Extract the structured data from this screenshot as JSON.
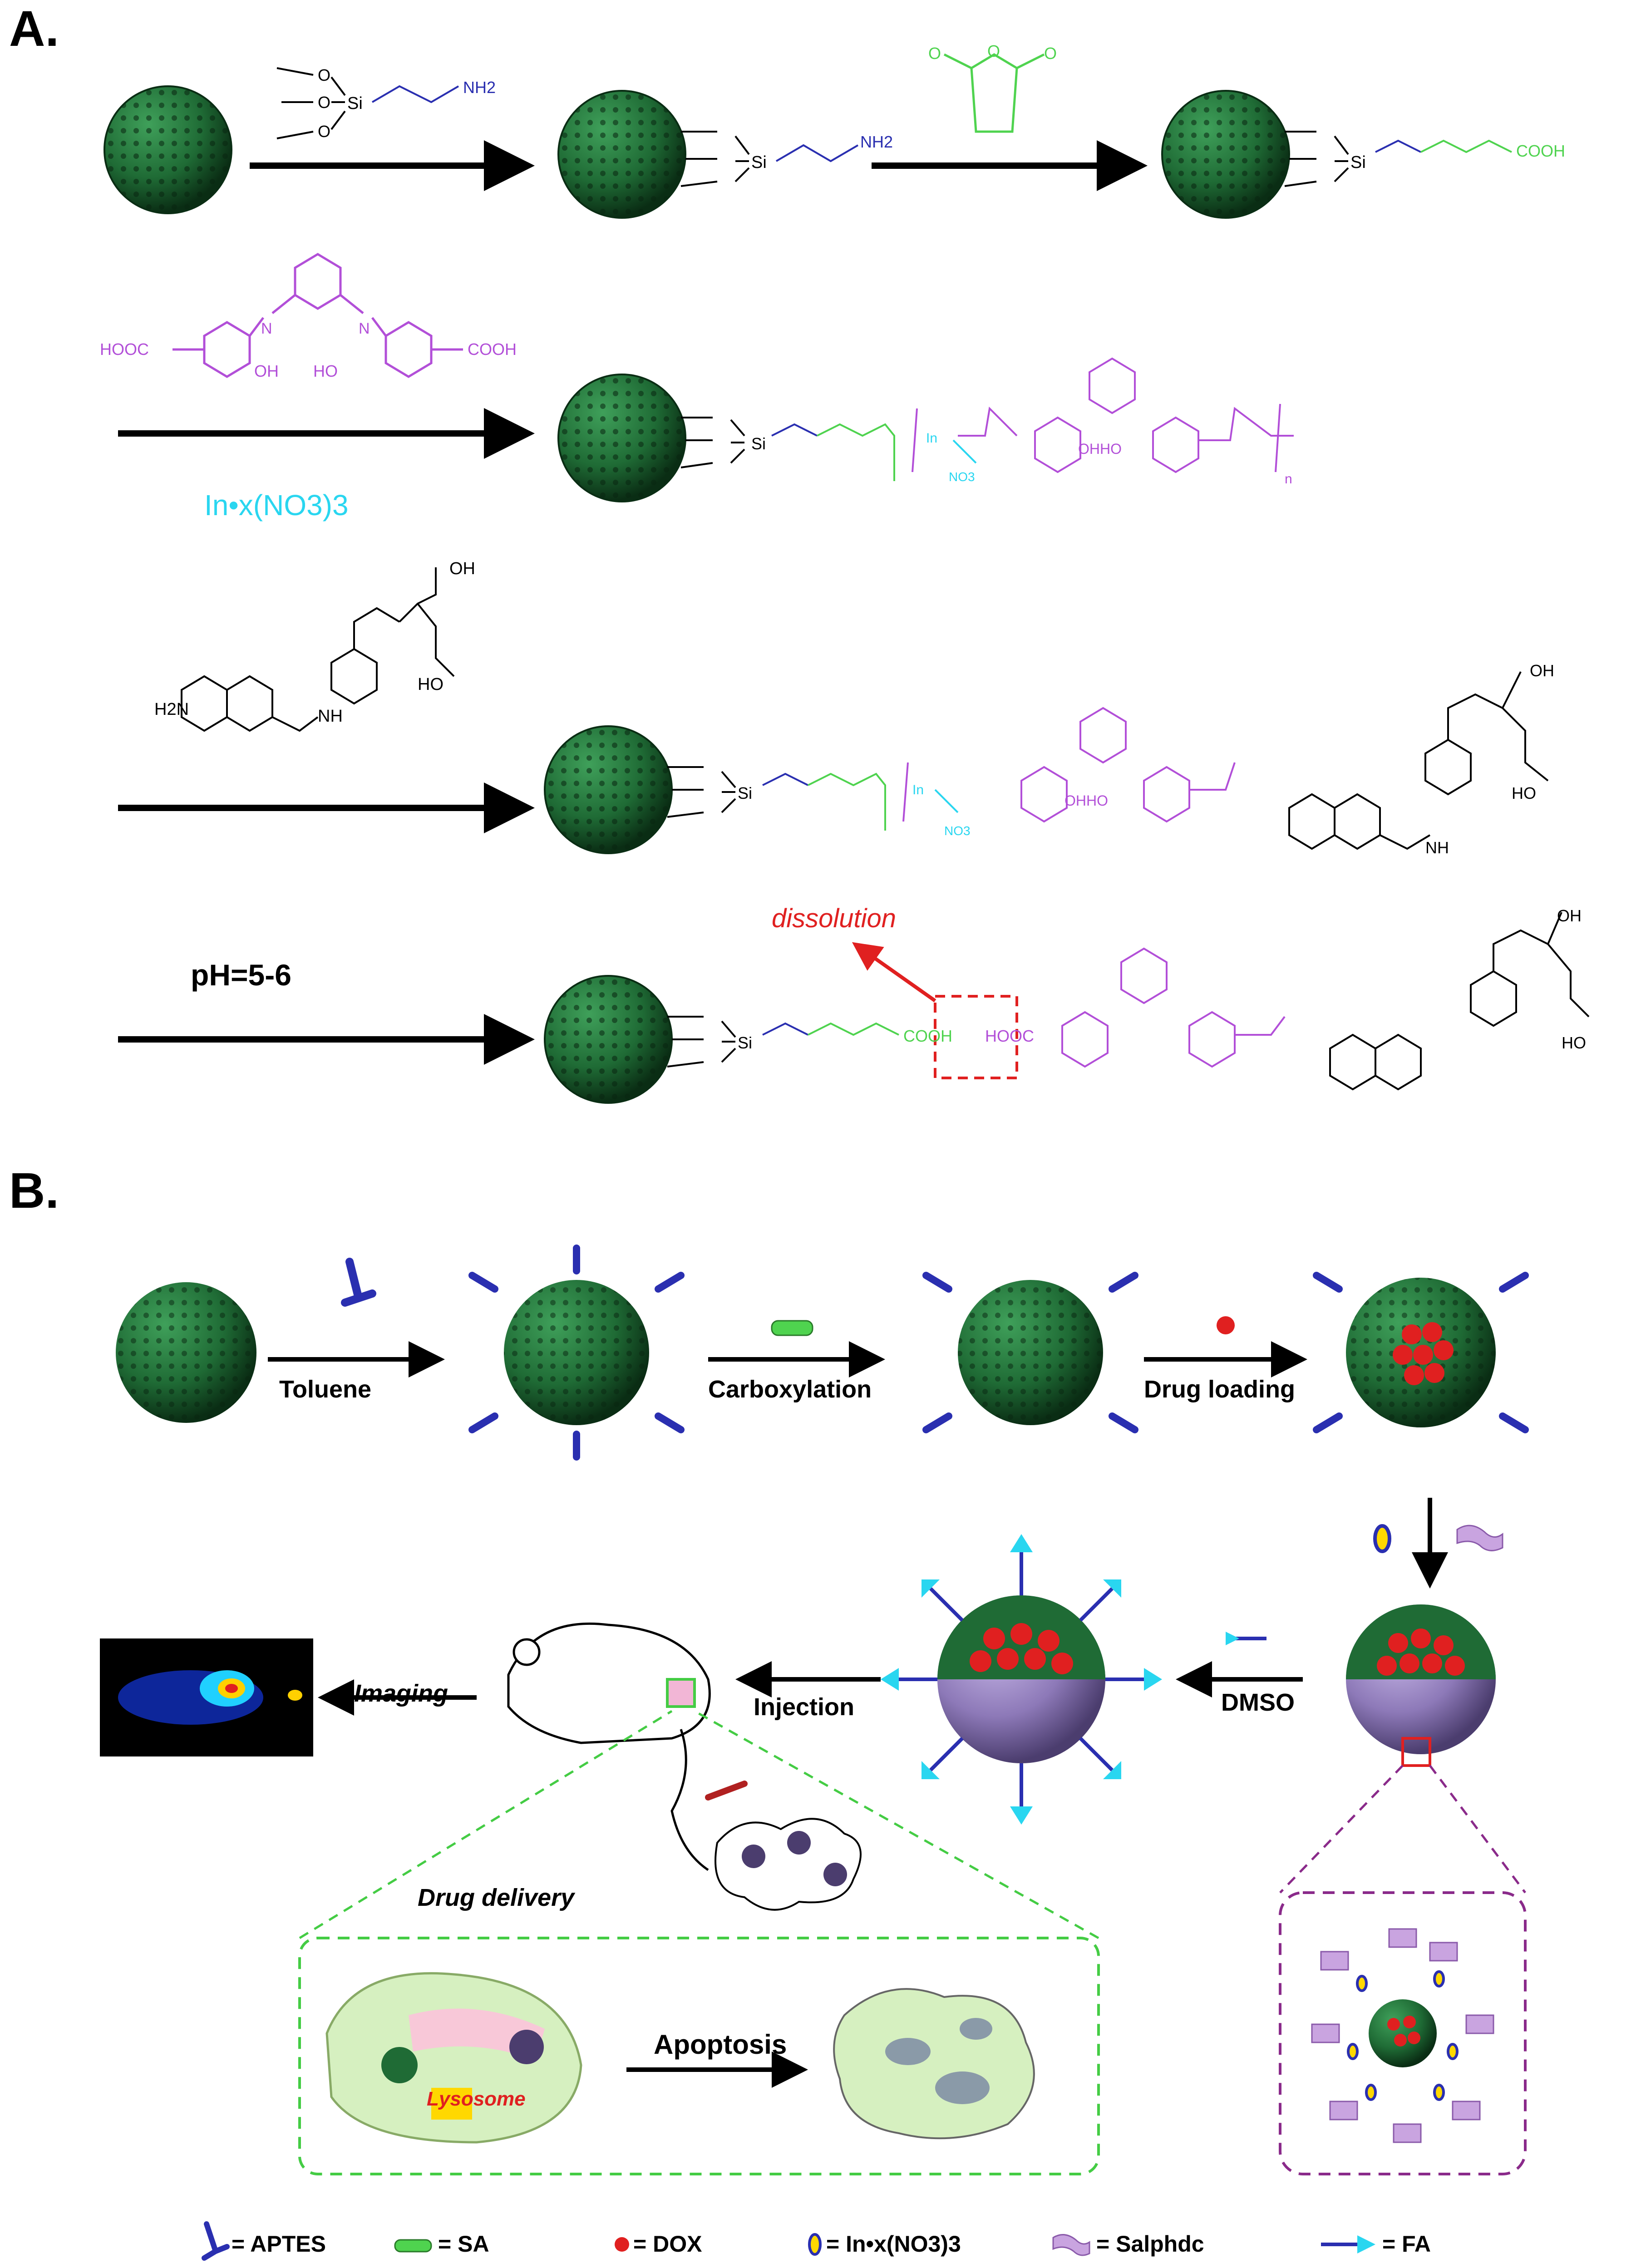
{
  "panel_a": {
    "label": "A.",
    "reagents": {
      "aptes_nh2": "NH2",
      "cooh": "COOH",
      "hooc": "HOOC",
      "oh": "OH",
      "ho": "HO",
      "n": "N",
      "si": "Si",
      "o": "O",
      "indium_salt": "In•x(NO3)3",
      "h2n": "H2N",
      "nh": "NH",
      "no3": "NO3",
      "n_sub": "n"
    },
    "condition": "pH=5-6",
    "dissolution": "dissolution"
  },
  "panel_b": {
    "label": "B.",
    "steps": {
      "toluene": "Toluene",
      "carboxylation": "Carboxylation",
      "drug_loading": "Drug loading",
      "dmso": "DMSO",
      "injection": "Injection",
      "imaging": "Imaging",
      "drug_delivery": "Drug delivery",
      "apoptosis": "Apoptosis",
      "lysosome": "Lysosome"
    },
    "legend": [
      {
        "key": "aptes",
        "label": "= APTES"
      },
      {
        "key": "sa",
        "label": "= SA"
      },
      {
        "key": "dox",
        "label": "= DOX"
      },
      {
        "key": "in",
        "label": "= In•x(NO3)3"
      },
      {
        "key": "salphdc",
        "label": "= Salphdc"
      },
      {
        "key": "fa",
        "label": "= FA"
      }
    ]
  },
  "colors": {
    "sphere": "#1f6b35",
    "sphere_dark": "#0f3d1c",
    "blue_linker": "#2a2fb0",
    "green_linker": "#4fd34f",
    "purple": "#b24fd8",
    "cyan": "#29d6f0",
    "red": "#e02020",
    "shell": "#8d79b8",
    "green_dash": "#44cc44",
    "purple_dash": "#8a2a8a"
  }
}
